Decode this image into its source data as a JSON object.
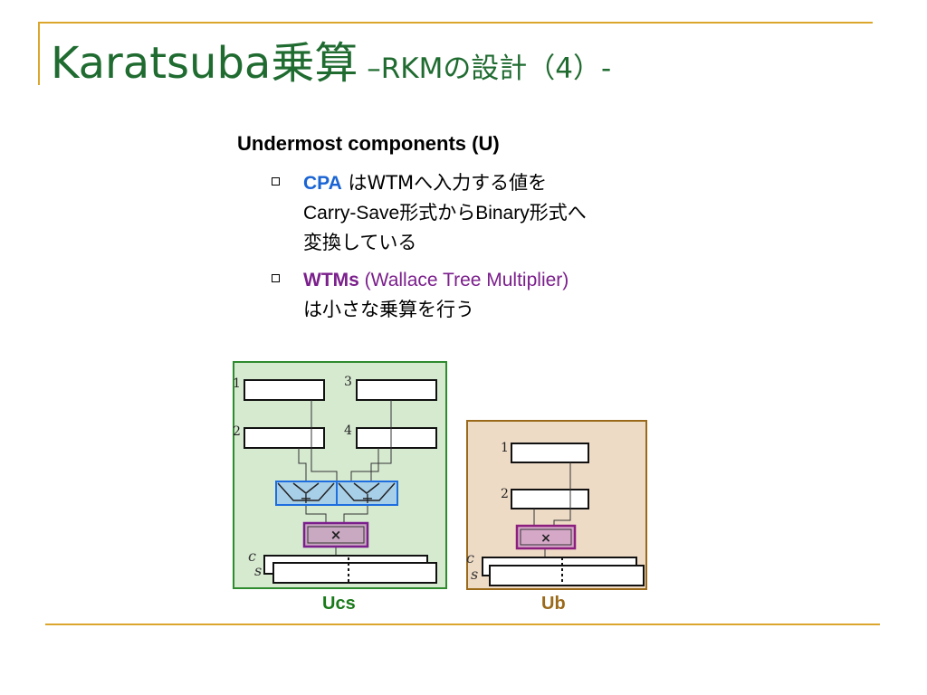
{
  "slide": {
    "title_main": "Karatsuba乗算",
    "title_sub": " –RKMの設計（4）-",
    "subheading": "Undermost components (U)",
    "bullets": [
      {
        "key": "CPA",
        "rest_1": " はWTMへ入力する値を",
        "rest_2": "Carry-Save形式からBinary形式へ",
        "rest_3": "変換している"
      },
      {
        "key": "WTMs",
        "desc": " (Wallace Tree Multiplier)",
        "rest": "は小さな乗算を行う"
      }
    ]
  },
  "diagram_ucs": {
    "caption": "Ucs",
    "labels": [
      "1",
      "3",
      "2",
      "4"
    ],
    "adder_symbol": "+",
    "mult_symbol": "×",
    "c_label": "c",
    "s_label": "s",
    "colors": {
      "panel_bg": "#d6ead0",
      "panel_border": "#2e8b2e",
      "adder": "#1e6ee0",
      "mult": "#7b1f8c",
      "caption": "#1a7a1a"
    }
  },
  "diagram_ub": {
    "caption": "Ub",
    "labels": [
      "1",
      "2"
    ],
    "mult_symbol": "×",
    "c_label": "c",
    "s_label": "s",
    "colors": {
      "panel_bg": "#eedbc6",
      "panel_border": "#9a6a1a",
      "mult": "#8c1f7e",
      "caption": "#9a6a1a"
    }
  }
}
